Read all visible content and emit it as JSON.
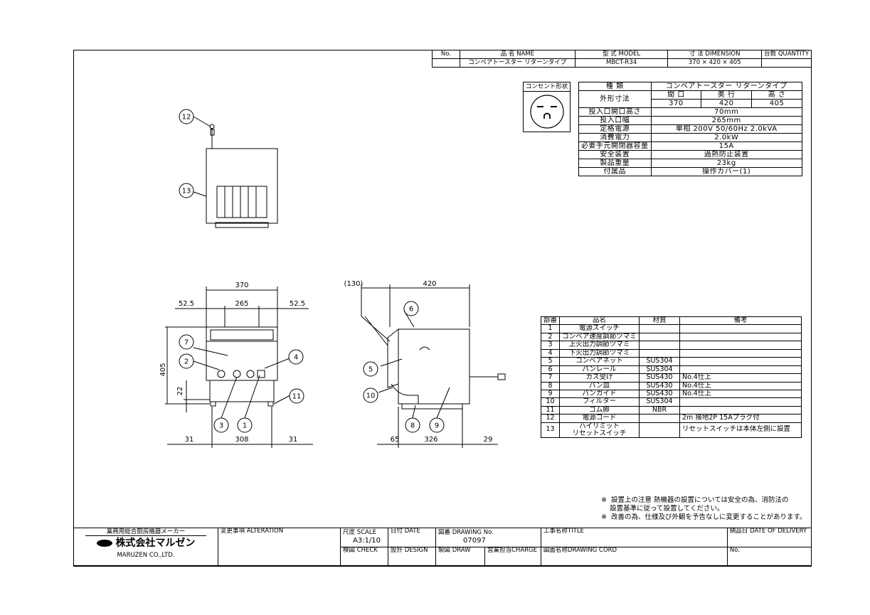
{
  "header": {
    "col_no": "No.",
    "col_name": "品 名 NAME",
    "col_model": "型 式 MODEL",
    "col_dim": "寸 法 DIMENSION",
    "col_qty": "台数 QUANTITY",
    "name": "コンベアトースター リターンタイプ",
    "model": "MBCT-R34",
    "dimension": "370 × 420 × 405"
  },
  "outlet": {
    "title": "コンセント形状"
  },
  "spec": {
    "type_label": "種 類",
    "type_value": "コンベアトースター リターンタイプ",
    "outer_label": "外形寸法",
    "width_label": "間 口",
    "depth_label": "奥 行",
    "height_label": "高 さ",
    "width": "370",
    "depth": "420",
    "height": "405",
    "rows": [
      {
        "label": "投入口開口高さ",
        "value": "70mm"
      },
      {
        "label": "投入口幅",
        "value": "265mm"
      },
      {
        "label": "定格電源",
        "value": "単相 200V 50/60Hz 2.0kVA"
      },
      {
        "label": "消費電力",
        "value": "2.0kW"
      },
      {
        "label": "必要手元開閉器容量",
        "value": "15A"
      },
      {
        "label": "安全装置",
        "value": "過熱防止装置"
      },
      {
        "label": "製品重量",
        "value": "23kg"
      },
      {
        "label": "付属品",
        "value": "操作カバー(1)"
      }
    ]
  },
  "parts": {
    "headers": [
      "部番",
      "品名",
      "材質",
      "備考"
    ],
    "rows": [
      [
        "1",
        "電源スイッチ",
        "",
        ""
      ],
      [
        "2",
        "コンベア速度調節ツマミ",
        "",
        ""
      ],
      [
        "3",
        "上火出力調節ツマミ",
        "",
        ""
      ],
      [
        "4",
        "下火出力調節ツマミ",
        "",
        ""
      ],
      [
        "5",
        "コンベアネット",
        "SUS304",
        ""
      ],
      [
        "6",
        "パンレール",
        "SUS304",
        ""
      ],
      [
        "7",
        "カス受け",
        "SUS430",
        "No.4仕上"
      ],
      [
        "8",
        "パン皿",
        "SUS430",
        "No.4仕上"
      ],
      [
        "9",
        "パンガイド",
        "SUS430",
        "No.4仕上"
      ],
      [
        "10",
        "フィルター",
        "SUS304",
        ""
      ],
      [
        "11",
        "ゴム脚",
        "NBR",
        ""
      ],
      [
        "12",
        "電源コード",
        "",
        "2m 接地2P 15Aプラグ付"
      ]
    ],
    "row13_no": "13",
    "row13_name1": "ハイリミット",
    "row13_name2": "リセットスイッチ",
    "row13_note": "リセットスイッチは本体左側に設置"
  },
  "notes": {
    "line1": "※  設置上の注意 熱機器の設置については安全の為、消防法の",
    "line2": "    設置基準に従って設置してください。",
    "line3": "※  改善の為、仕様及び外観を予告なしに変更することがあります。"
  },
  "title_block": {
    "maker_cat": "業務用総合厨房機器メーカー",
    "company_jp": "株式会社マルゼン",
    "company_en": "MARUZEN CO.,LTD.",
    "alteration": "変更事項 ALTERATION",
    "scale_label": "尺度 SCALE",
    "scale_value": "A3:1/10",
    "date_label": "日付 DATE",
    "drawing_no_label": "図番 DRAWING No.",
    "drawing_no": "07097",
    "title_label": "工事名称TITLE",
    "delivery_label": "納品日 DATE OF DELIVERY",
    "check_label": "検図 CHECK",
    "design_label": "設計 DESIGN",
    "draw_label": "製図 DRAW",
    "charge_label": "営業担当CHARGE",
    "cord_label": "図面名称DRAWING CORD",
    "no_label": "No."
  },
  "drawing": {
    "dims": {
      "top_width": "370",
      "mid_width": "265",
      "side_left": "52.5",
      "side_right": "52.5",
      "height": "405",
      "base": "22",
      "bottom_left": "31",
      "bottom_mid": "308",
      "bottom_right": "31",
      "side_depth": "420",
      "side_front": "(130)",
      "side_b1": "65",
      "side_b2": "326",
      "side_b3": "29"
    },
    "callouts": [
      "12",
      "13",
      "7",
      "2",
      "4",
      "11",
      "3",
      "1",
      "6",
      "5",
      "10",
      "8",
      "9"
    ]
  }
}
